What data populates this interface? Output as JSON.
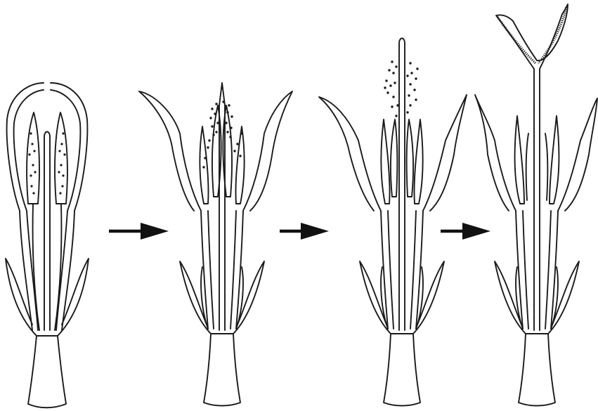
{
  "figure": {
    "description_visible_text": [],
    "stages": [
      {
        "id": "stage-1",
        "state": "closed-bud"
      },
      {
        "id": "stage-2",
        "state": "anthers-releasing-pollen"
      },
      {
        "id": "stage-3",
        "state": "pollen-on-style"
      },
      {
        "id": "stage-4",
        "state": "stigma-open"
      }
    ],
    "arrows": 3,
    "colors": {
      "line": "#1a1a1a",
      "background": "#ffffff"
    }
  }
}
